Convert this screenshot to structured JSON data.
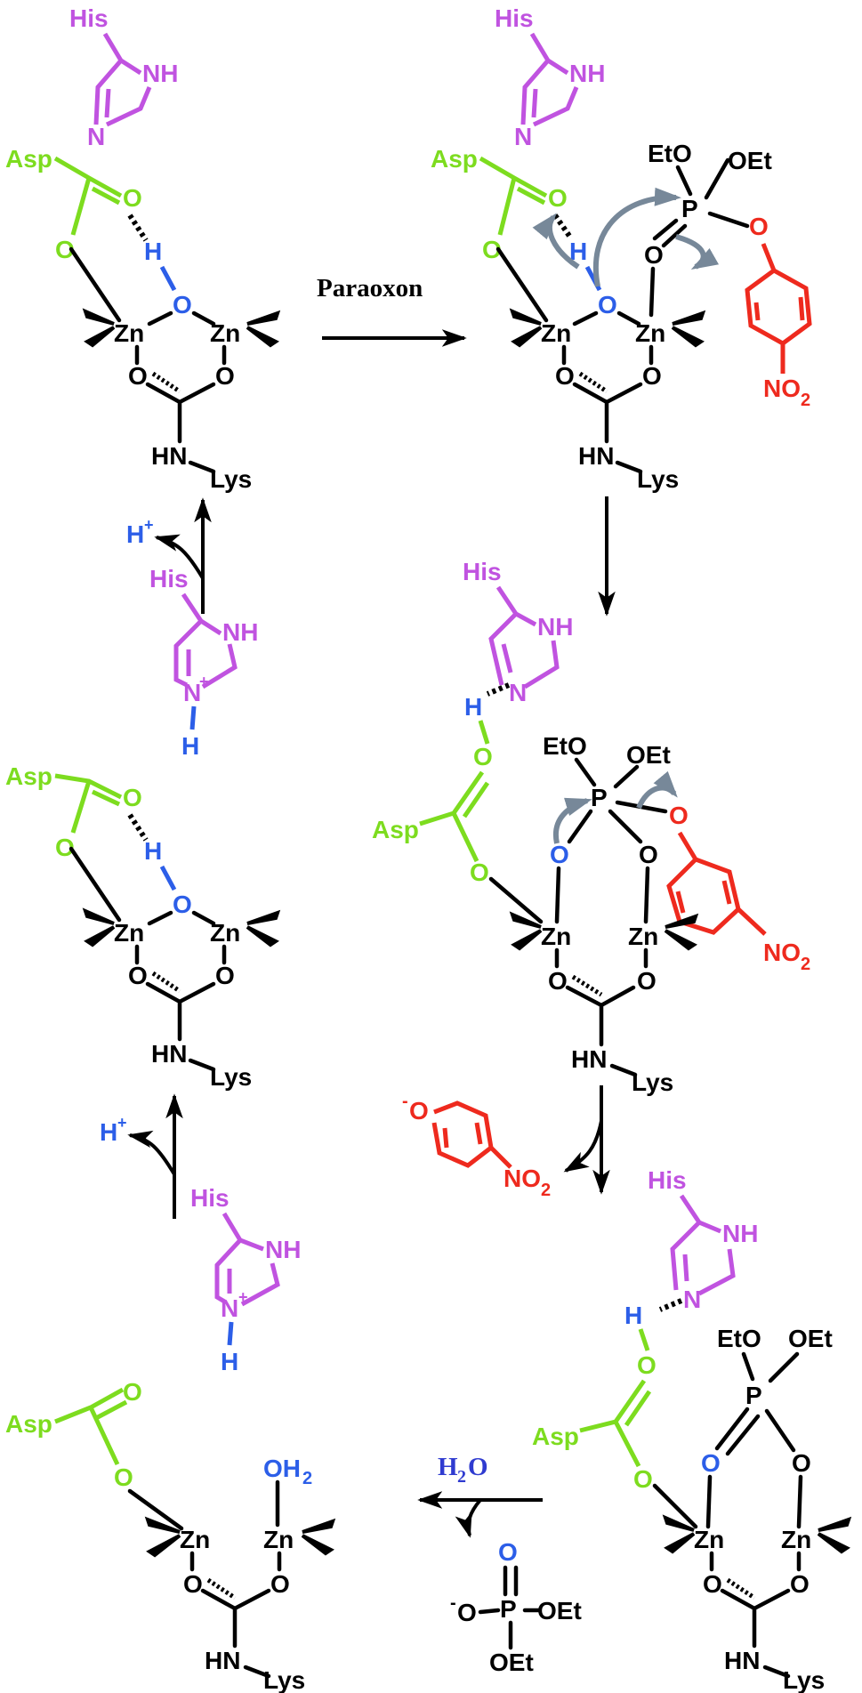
{
  "colors": {
    "black": "#000000",
    "his": "#c053e0",
    "asp": "#7ddc1f",
    "oxygen_blue": "#2c5ee8",
    "nitro": "#ee2a1e",
    "curve_arrow": "#778899",
    "reagent": "#2f3bd0"
  },
  "labels": {
    "his": "His",
    "nh": "NH",
    "n": "N",
    "n_plus": "N",
    "plus": "+",
    "h": "H",
    "h_plus": "H",
    "asp": "Asp",
    "o": "O",
    "zn": "Zn",
    "hn": "HN",
    "lys": "Lys",
    "eto": "EtO",
    "oet": "OEt",
    "p": "P",
    "no2_main": "NO",
    "no2_sub": "2",
    "oh2_main": "OH",
    "oh2_sub": "2",
    "minus": "-",
    "h2o_main": "H",
    "h2o_sub": "2",
    "h2o_tail": "O"
  },
  "reaction_arrows": {
    "paraoxon": "Paraoxon"
  }
}
